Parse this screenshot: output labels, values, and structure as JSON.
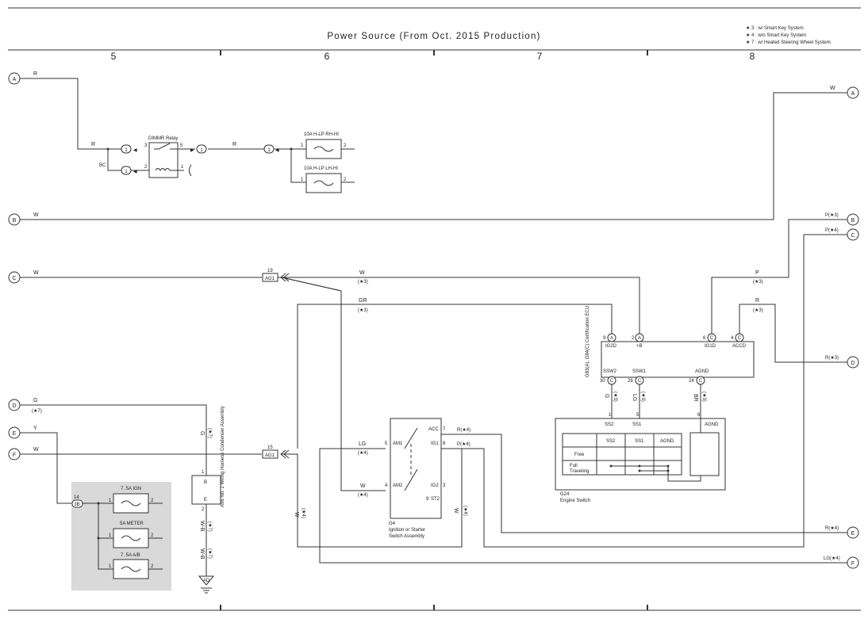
{
  "title": "Power Source (From Oct.  2015 Production)",
  "notes": [
    "★ 3 : w/ Smart Key System",
    "★ 4 : w/o Smart Key System",
    "★ 7 : w/ Heated Steering Wheel System"
  ],
  "columns": [
    "5",
    "6",
    "7",
    "8"
  ],
  "edges_left": {
    "a": "A",
    "b": "B",
    "c": "C",
    "d": "D",
    "e": "E",
    "f": "F"
  },
  "edges_right": {
    "a": "A",
    "b": "B",
    "c": "C",
    "d": "D",
    "e": "E",
    "f": "F"
  },
  "wires": {
    "lA": "R",
    "lB": "W",
    "lC": "W",
    "lD": "G",
    "lD_n": "(★7)",
    "lE": "Y",
    "lF": "W",
    "relayR": "R",
    "relayR2": "R",
    "bc": "BC",
    "rA": "W",
    "rB": "P(★3)",
    "rC": "P(★4)",
    "rD": "R(★3)",
    "rE": "R(★4)",
    "rF": "LG(★4)",
    "w1": "W",
    "w1n": "(★3)",
    "gr": "GR",
    "grn": "(★3)",
    "p": "P",
    "pn": "(★3)",
    "r": "R",
    "rn": "(★3)",
    "lg": "LG",
    "lgn": "(★4)",
    "w2": "W",
    "w2n": "(★4)",
    "acc": "R(★4)",
    "ig1": "P(★4)",
    "wv": "W",
    "wvn": "(★4)",
    "wv2": "W",
    "wv2n": "(★4)",
    "g": "G",
    "gn": "(★7)",
    "wb1": "W-B",
    "wb1n": "(★7)",
    "wb2": "W-B",
    "wb2n": "(★7)",
    "gv": "G",
    "gvn": "(★3)",
    "lgv": "LG",
    "lgvn": "(★3)",
    "brv": "BR",
    "brvn": "(★3)"
  },
  "relay": {
    "name": "DIMMR Relay",
    "p3": "3",
    "p5": "5",
    "p2": "2",
    "p1": "1",
    "c1": "1",
    "c2": "1",
    "c3": "1",
    "c4": "1"
  },
  "fuses": {
    "hlrh": "10A H-LP RH-HI",
    "hllh": "10A H-LP LH-HI",
    "ign": "7. 5A IGN",
    "meter": "5A METER",
    "ab": "7. 5A A/B",
    "p1": "1",
    "p2": "2",
    "p3": "1",
    "p4": "2",
    "p5": "1",
    "p6": "2",
    "p7": "1",
    "p8": "2",
    "p9": "1",
    "p10": "2"
  },
  "connectors": {
    "ag1a": "AG1",
    "ag1a_pin": "19",
    "ag1b": "AG1",
    "ag1b_pin": "15",
    "ab": "3B",
    "ab_pin": "14",
    "ad": "AD"
  },
  "condenser": {
    "name": "A96  No. 1 Wiring Harness Condenser Assembly",
    "b": "B",
    "e": "E",
    "p1": "1",
    "p2": "2"
  },
  "ecu": {
    "name": "G83(A), G84(C) Certification ECU",
    "ig2d": "IG2D",
    "b": "+B",
    "ig1d": "IG1D",
    "accd": "ACCD",
    "n_ig2d": "9",
    "n_b": "2",
    "n_ig1d": "6",
    "n_accd": "4",
    "c_ig2d": "A",
    "c_b": "A",
    "c_ig1d": "C",
    "c_accd": "C",
    "ssw2": "SSW2",
    "ssw1": "SSW1",
    "agnd": "AGND",
    "n_ssw2": "30",
    "n_ssw1": "28",
    "n_agnd": "24",
    "c_ssw2": "C",
    "c_ssw1": "C",
    "c_agnd": "C"
  },
  "ignition": {
    "name1": "G4",
    "name2": "Ignition or Starter",
    "name3": "Switch Assembly",
    "am1": "AM1",
    "am2": "AM2",
    "acc": "ACC",
    "ig1": "IG1",
    "ig2": "IG2",
    "st2": "ST2",
    "n_am1": "5",
    "n_am2": "4",
    "n_acc": "7",
    "n_ig1": "8",
    "n_ig2": "3",
    "n_st2": "9"
  },
  "engine_switch": {
    "name1": "G24",
    "name2": "Engine Switch",
    "ss2": "SS2",
    "ss1": "SS1",
    "agnd": "AGND",
    "agnd2": "AGND",
    "n1": "1",
    "n5": "5",
    "n6": "6",
    "free": "Free",
    "full1": "Full",
    "full2": "Traveling"
  }
}
